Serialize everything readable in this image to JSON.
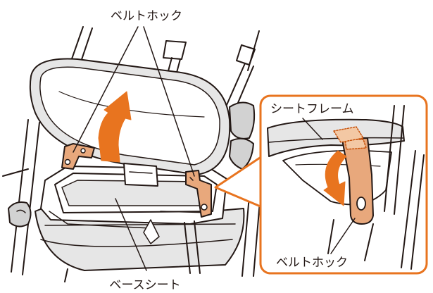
{
  "labels": {
    "belt_hook_top": "ベルトホック",
    "base_seat": "ベースシート",
    "seat_frame": "シートフレーム",
    "belt_hook_inset": "ベルトホック"
  },
  "colors": {
    "line": "#231815",
    "orange": "#e8741f",
    "orange_dark": "#c8520a",
    "strap": "#e8a87c",
    "strap_light": "#f3c8a4",
    "metal": "#e6e6e6",
    "shade": "#d2d2d2",
    "white": "#ffffff"
  }
}
